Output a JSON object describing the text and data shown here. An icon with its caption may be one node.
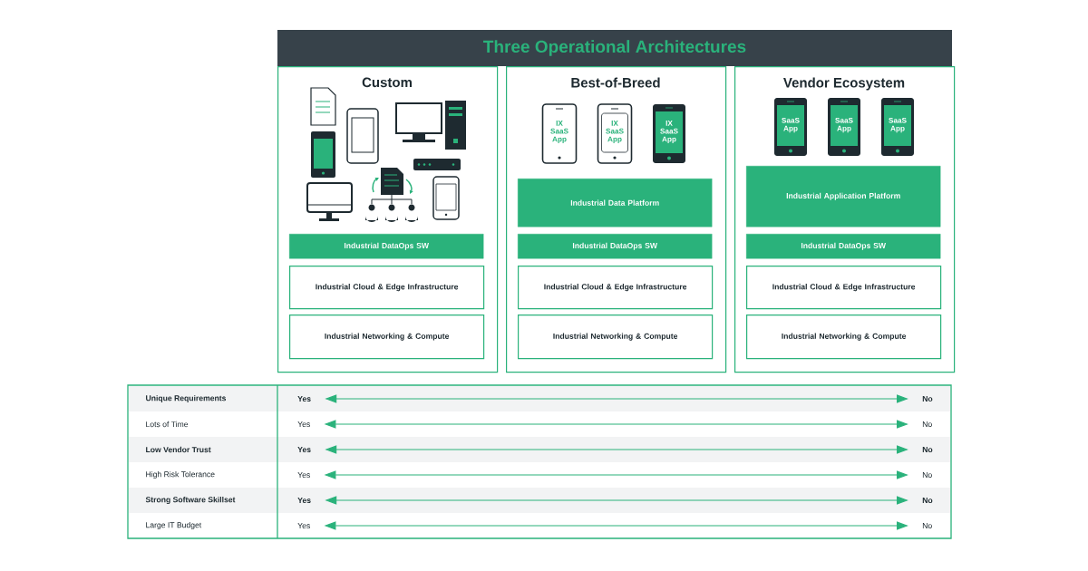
{
  "diagram": {
    "title": "Three Operational Architectures",
    "nodes": [
      {
        "text": [
          "Custom"
        ]
      },
      {
        "text": [
          "Industrial DataOps SW"
        ],
        "in": 0
      },
      {
        "text": [
          "Industrial Cloud & Edge Infrastructure"
        ],
        "in": 0
      },
      {
        "text": [
          "Industrial Networking & Compute"
        ],
        "in": 0
      },
      {
        "text": [
          "Best-of-Breed"
        ]
      },
      {
        "text": [
          "IX SaaS App"
        ],
        "in": 4
      },
      {
        "text": [
          "IX SaaS App"
        ],
        "in": 4
      },
      {
        "text": [
          "IX SaaS App"
        ],
        "in": 4
      },
      {
        "text": [
          "Industrial Data Platform"
        ],
        "in": 4
      },
      {
        "text": [
          "Industrial DataOps SW"
        ],
        "in": 4
      },
      {
        "text": [
          "Industrial Cloud & Edge Infrastructure"
        ],
        "in": 4
      },
      {
        "text": [
          "Industrial Networking & Compute"
        ],
        "in": 4
      },
      {
        "text": [
          "Vendor Ecosystem"
        ]
      },
      {
        "text": [
          "SaaS App"
        ],
        "in": 12
      },
      {
        "text": [
          "SaaS App"
        ],
        "in": 12
      },
      {
        "text": [
          "SaaS App"
        ],
        "in": 12
      },
      {
        "text": [
          "Industrial Application Platform"
        ],
        "in": 12
      },
      {
        "text": [
          "Industrial DataOps SW"
        ],
        "in": 12
      },
      {
        "text": [
          "Industrial Cloud & Edge Infrastructure"
        ],
        "in": 12
      },
      {
        "text": [
          "Industrial Networking & Compute"
        ],
        "in": 12
      },
      {
        "text": [
          "Yes"
        ]
      },
      {
        "text": [
          "No"
        ]
      },
      {
        "text": [
          "Yes"
        ]
      },
      {
        "text": [
          "No"
        ]
      },
      {
        "text": [
          "Yes"
        ]
      },
      {
        "text": [
          "No"
        ]
      },
      {
        "text": [
          "Yes"
        ]
      },
      {
        "text": [
          "No"
        ]
      },
      {
        "text": [
          "Yes"
        ]
      },
      {
        "text": [
          "No"
        ]
      },
      {
        "text": [
          "Yes"
        ]
      },
      {
        "text": [
          "No"
        ]
      }
    ],
    "edges": [
      {
        "from": 20,
        "to": 21,
        "arrow": "both"
      },
      {
        "from": 22,
        "to": 23,
        "arrow": "both"
      },
      {
        "from": 24,
        "to": 25,
        "arrow": "both"
      },
      {
        "from": 26,
        "to": 27,
        "arrow": "both"
      },
      {
        "from": 28,
        "to": 29,
        "arrow": "both"
      },
      {
        "from": 30,
        "to": 31,
        "arrow": "both"
      }
    ],
    "labels": [
      "Unique Requirements",
      "Lots of Time",
      "Low Vendor Trust",
      "High Risk Tolerance",
      "Strong Software Skillset",
      "Large IT Budget"
    ]
  }
}
